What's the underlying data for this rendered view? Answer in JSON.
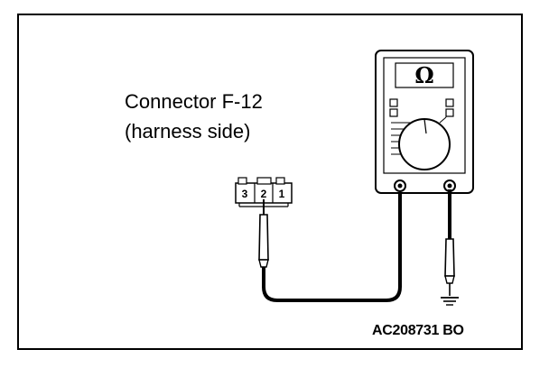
{
  "caption": {
    "line1": "Connector F-12",
    "line2": "(harness side)"
  },
  "connector": {
    "pins": [
      "3",
      "2",
      "1"
    ]
  },
  "meter": {
    "display_symbol": "Ω"
  },
  "figure_id": "AC208731 BO",
  "icons": {
    "multimeter": "ohmmeter-icon",
    "ground": "ground-icon",
    "probe": "test-probe-icon"
  }
}
